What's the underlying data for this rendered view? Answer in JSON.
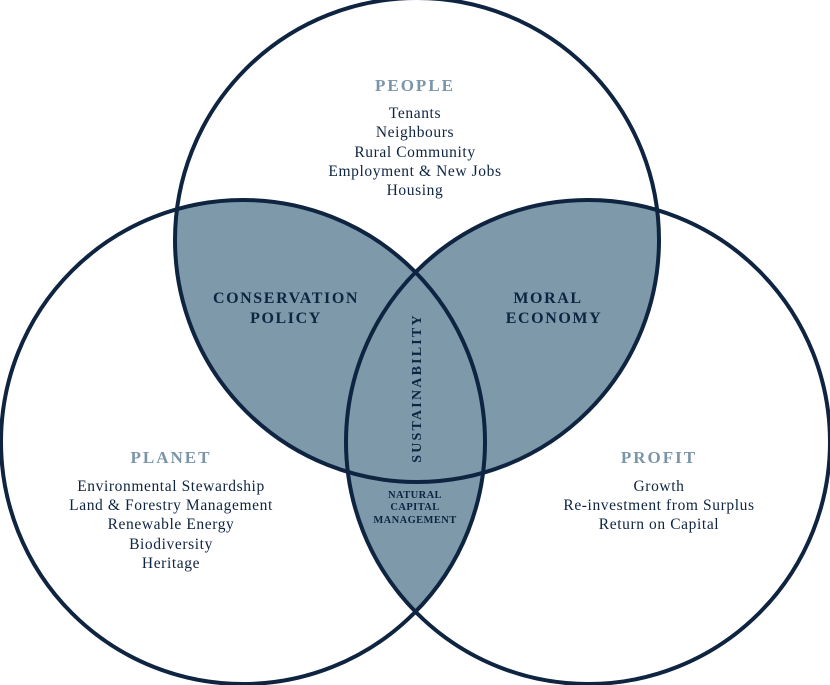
{
  "colors": {
    "stroke": "#0e2440",
    "overlap_fill": "#7d99aa",
    "title_color": "#7b95a8",
    "text_color": "#0e2440"
  },
  "people": {
    "title": "PEOPLE",
    "items": [
      "Tenants",
      "Neighbours",
      "Rural Community",
      "Employment & New Jobs",
      "Housing"
    ]
  },
  "planet": {
    "title": "PLANET",
    "items": [
      "Environmental Stewardship",
      "Land & Forestry Management",
      "Renewable Energy",
      "Biodiversity",
      "Heritage"
    ]
  },
  "profit": {
    "title": "PROFIT",
    "items": [
      "Growth",
      "Re-investment from Surplus",
      "Return on Capital"
    ]
  },
  "overlaps": {
    "people_planet": [
      "CONSERVATION",
      "POLICY"
    ],
    "people_profit": [
      "MORAL",
      "ECONOMY"
    ],
    "planet_profit": [
      "NATURAL",
      "CAPITAL",
      "MANAGEMENT"
    ],
    "center": "SUSTAINABILITY"
  }
}
